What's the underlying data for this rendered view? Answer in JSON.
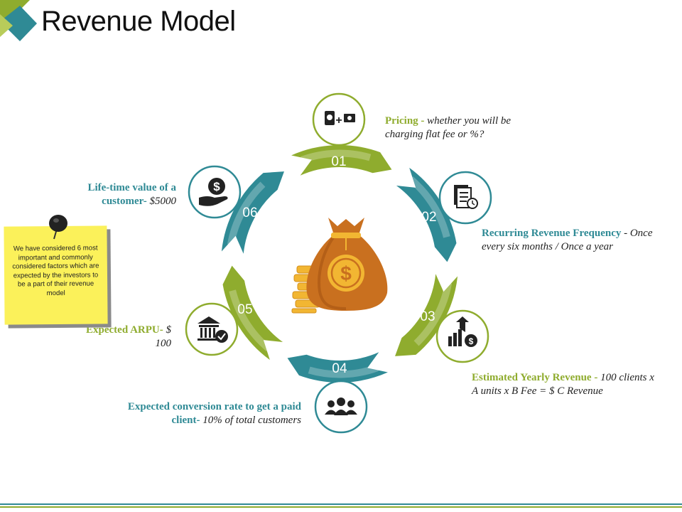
{
  "title": "Revenue Model",
  "colors": {
    "green": "#8fac2e",
    "teal": "#2f8a95",
    "note": "#fbf15a",
    "bag": "#c9701f"
  },
  "steps": [
    {
      "number": "01",
      "heading": "Pricing -",
      "body": "whether you will be charging flat fee or %?",
      "icon": "money-exchange-icon"
    },
    {
      "number": "02",
      "heading": "Recurring Revenue Frequency",
      "body": "- Once every six months / Once a year",
      "icon": "document-clock-icon"
    },
    {
      "number": "03",
      "heading": "Estimated Yearly Revenue -",
      "body": "100 clients x A units x B Fee = $ C Revenue",
      "icon": "growth-chart-dollar-icon"
    },
    {
      "number": "04",
      "heading": "Expected conversion rate to get a paid client-",
      "body": "10% of total customers",
      "icon": "people-group-icon"
    },
    {
      "number": "05",
      "heading": "Expected ARPU-",
      "body": "$ 100",
      "icon": "bank-check-icon"
    },
    {
      "number": "06",
      "heading": "Life-time value of a customer-",
      "body": "$5000",
      "icon": "hand-dollar-icon"
    }
  ],
  "note": "We have considered 6 most important and commonly considered factors which are expected by the investors to be a part of their revenue model",
  "center_icon": "money-bag-icon"
}
